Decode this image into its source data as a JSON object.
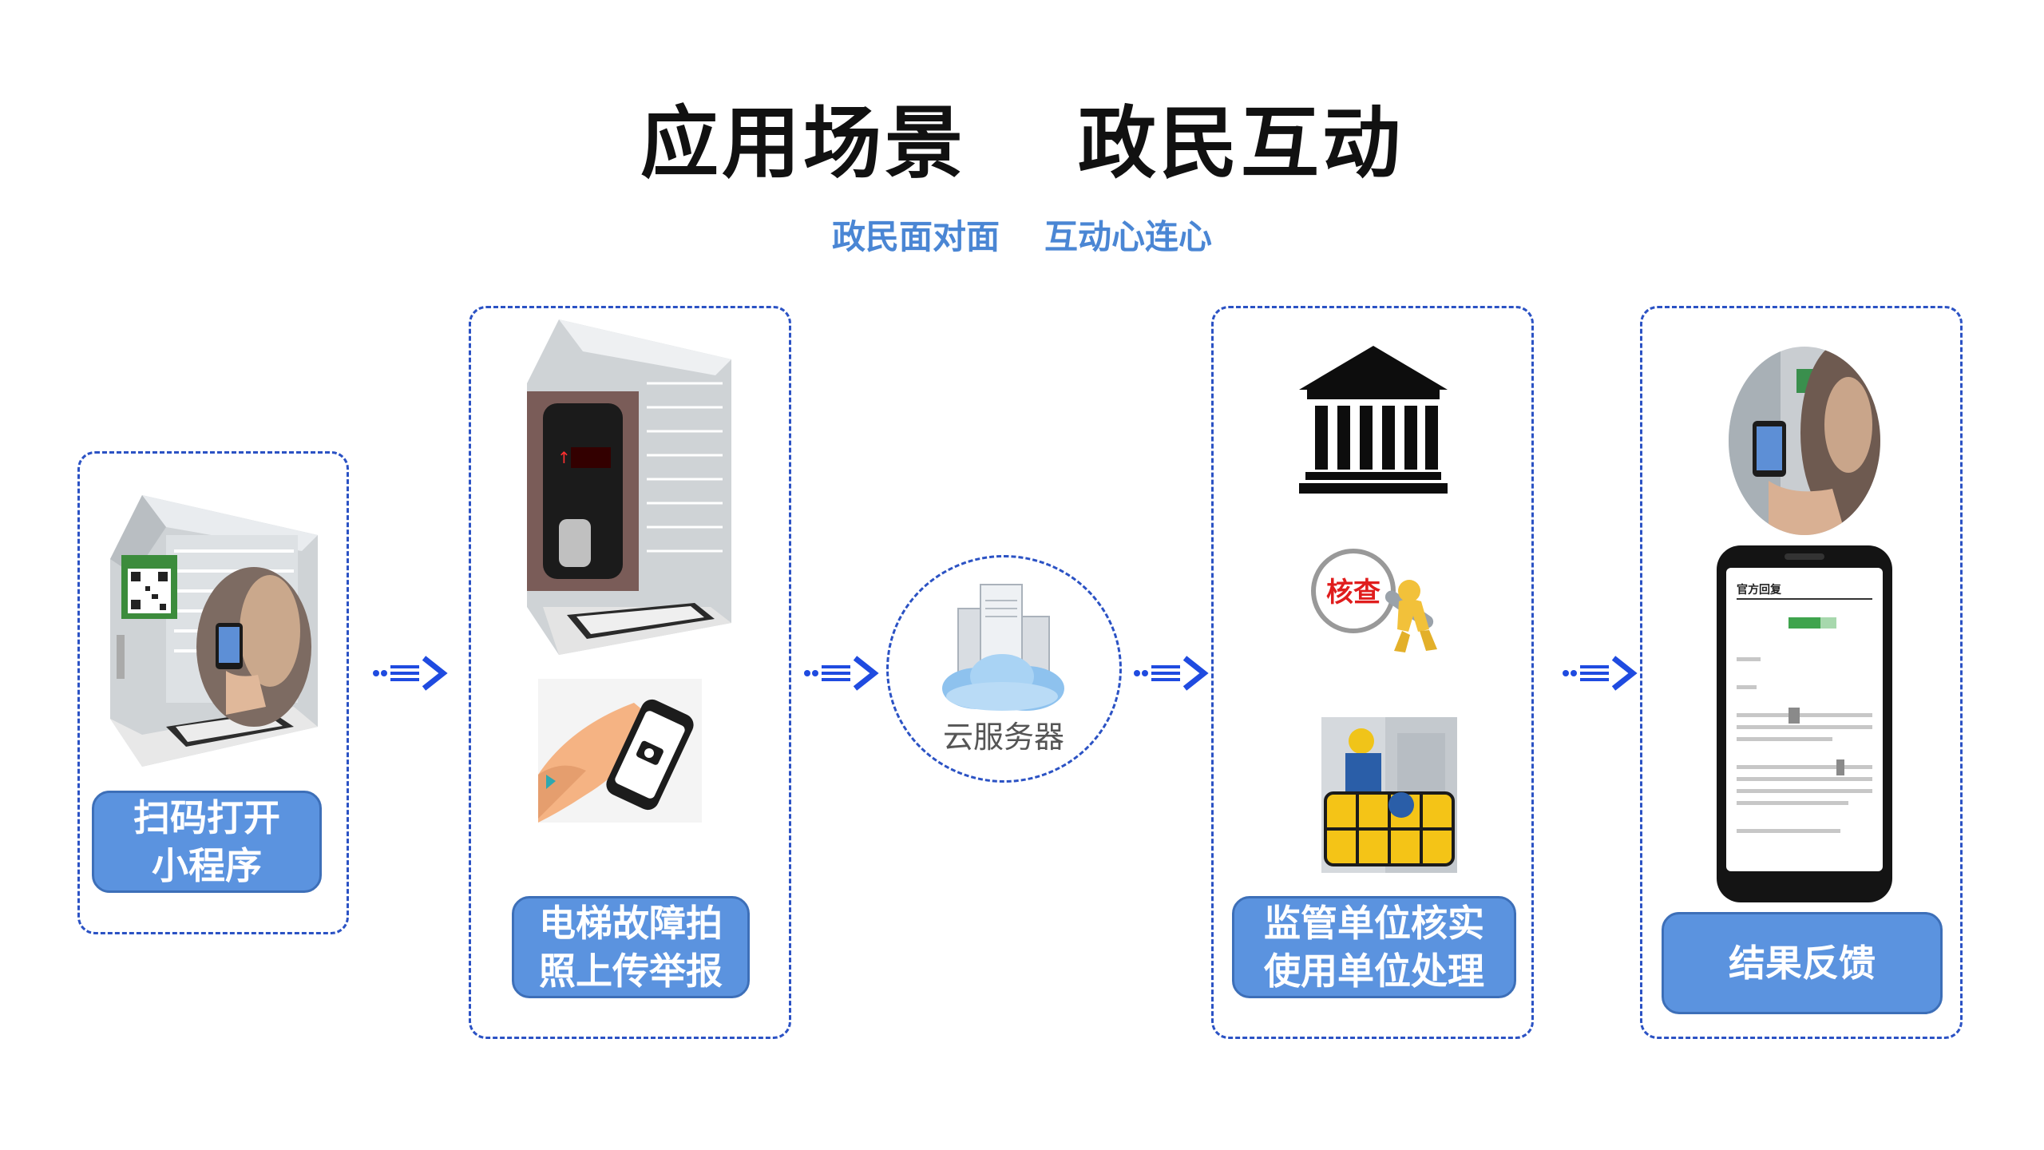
{
  "title": {
    "part1": "应用场景",
    "part2": "政民互动"
  },
  "subtitle": {
    "part1": "政民面对面",
    "part2": "互动心连心"
  },
  "steps": [
    {
      "line1": "扫码打开",
      "line2": "小程序"
    },
    {
      "line1": "电梯故障拍",
      "line2": "照上传举报"
    },
    {
      "cloud_label": "云服务器"
    },
    {
      "line1": "监管单位核实",
      "line2": "使用单位处理",
      "badge": "核查"
    },
    {
      "line1": "结果反馈",
      "phone_header": "官方回复"
    }
  ],
  "colors": {
    "accent": "#4a86d4",
    "box_fill": "#5b93df",
    "dash_border": "#2b52c4",
    "arrow": "#1f4be0"
  },
  "icons": [
    "elevator-image",
    "qr-code-icon",
    "phone-camera-icon",
    "cloud-server-icon",
    "government-building-icon",
    "inspect-magnifier-icon",
    "repair-worker-image",
    "smartphone-icon"
  ]
}
